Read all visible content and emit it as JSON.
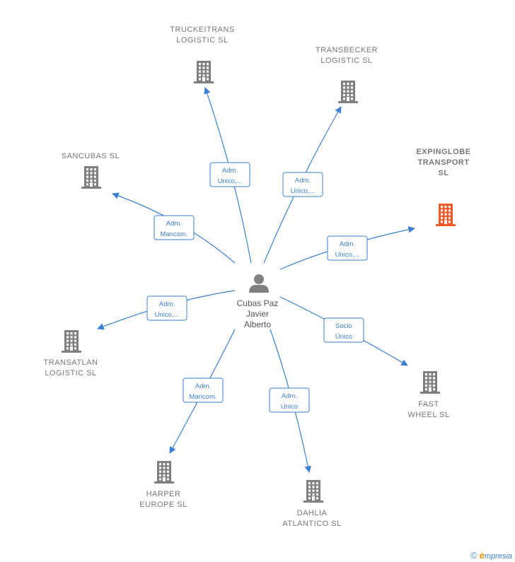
{
  "center": {
    "name_lines": [
      "Cubas Paz",
      "Javier",
      "Alberto"
    ],
    "icon": "person-icon"
  },
  "colors": {
    "edge": "#3a7fd5",
    "building": "#808080",
    "building_highlight": "#f05a2a",
    "label": "#777777"
  },
  "companies": [
    {
      "id": "truckeitrans",
      "lines": [
        "TRUCKEITRANS",
        "LOGISTIC  SL"
      ],
      "role_lines": [
        "Adm.",
        "Unico,..."
      ],
      "highlight": false
    },
    {
      "id": "transbecker",
      "lines": [
        "TRANSBECKER",
        "LOGISTIC  SL"
      ],
      "role_lines": [
        "Adm.",
        "Unico,..."
      ],
      "highlight": false
    },
    {
      "id": "sancubas",
      "lines": [
        "SANCUBAS  SL"
      ],
      "role_lines": [
        "Adm.",
        "Mancom."
      ],
      "highlight": false
    },
    {
      "id": "expinglobe",
      "lines": [
        "EXPINGLOBE",
        "TRANSPORT",
        "SL"
      ],
      "role_lines": [
        "Adm.",
        "Unico,..."
      ],
      "highlight": true
    },
    {
      "id": "transatlan",
      "lines": [
        "TRANSATLAN",
        "LOGISTIC  SL"
      ],
      "role_lines": [
        "Adm.",
        "Unico,..."
      ],
      "highlight": false
    },
    {
      "id": "fastwheel",
      "lines": [
        "FAST",
        "WHEEL  SL"
      ],
      "role_lines": [
        "Socio",
        "Único"
      ],
      "highlight": false
    },
    {
      "id": "harper",
      "lines": [
        "HARPER",
        "EUROPE  SL"
      ],
      "role_lines": [
        "Adm.",
        "Mancom."
      ],
      "highlight": false
    },
    {
      "id": "dahlia",
      "lines": [
        "DAHLIA",
        "ATLANTICO  SL"
      ],
      "role_lines": [
        "Adm.",
        "Unico"
      ],
      "highlight": false
    }
  ],
  "brand": {
    "copyright": "©",
    "e": "e",
    "rest": "mpresia"
  }
}
